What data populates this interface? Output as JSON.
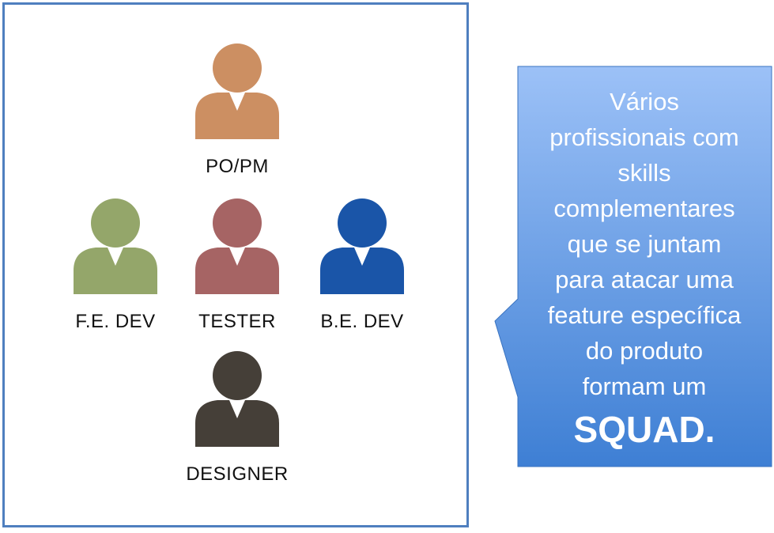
{
  "team": {
    "members": [
      {
        "role": "PO/PM",
        "icon": "person-icon",
        "color": "#cc8f62"
      },
      {
        "role": "F.E. DEV",
        "icon": "person-icon",
        "color": "#94a66a"
      },
      {
        "role": "TESTER",
        "icon": "person-icon",
        "color": "#a66464"
      },
      {
        "role": "B.E. DEV",
        "icon": "person-icon",
        "color": "#1a55a8"
      },
      {
        "role": "DESIGNER",
        "icon": "person-icon",
        "color": "#453f38"
      }
    ],
    "border_color": "#4f7fbf"
  },
  "callout": {
    "lines": [
      "Vários",
      "profissionais com",
      "skills",
      "complementares",
      "que se juntam",
      "para atacar uma",
      "feature específica",
      "do produto",
      "formam um"
    ],
    "emphasis": "SQUAD.",
    "gradient_top": "#9cc1f7",
    "gradient_bottom": "#3e7fd4"
  }
}
